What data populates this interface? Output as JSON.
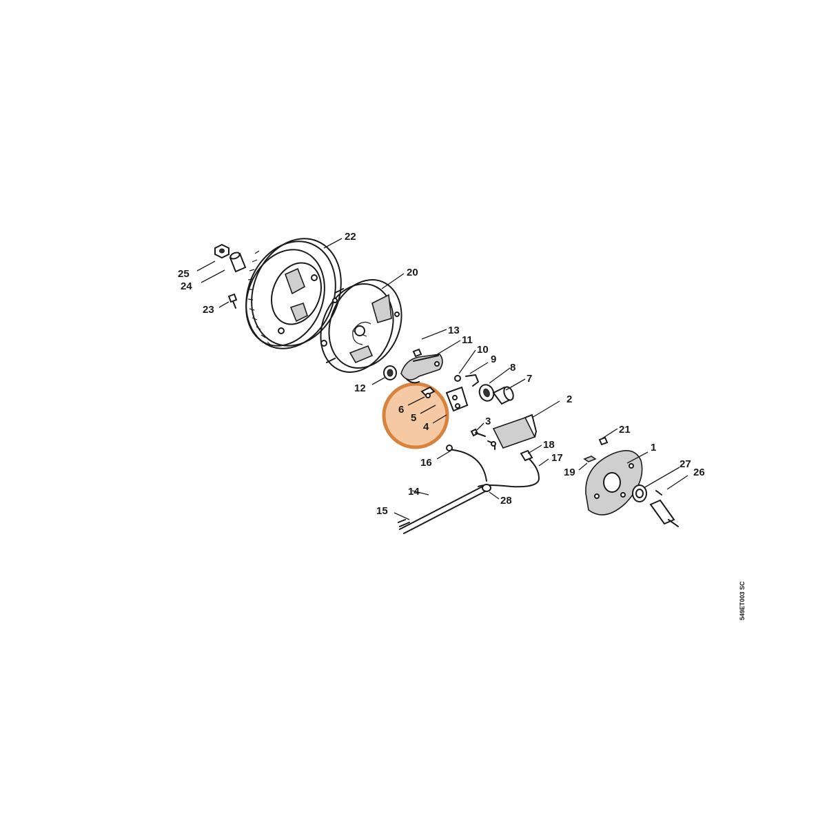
{
  "drawing_code": "549ET003 SC",
  "highlight": {
    "color": "#d9823b",
    "fill": "#f5c9a4",
    "parts": [
      "4",
      "5",
      "6"
    ]
  },
  "parts": [
    {
      "id": "p1",
      "label": "1"
    },
    {
      "id": "p2",
      "label": "2"
    },
    {
      "id": "p3",
      "label": "3"
    },
    {
      "id": "p4",
      "label": "4"
    },
    {
      "id": "p5",
      "label": "5"
    },
    {
      "id": "p6",
      "label": "6"
    },
    {
      "id": "p7",
      "label": "7"
    },
    {
      "id": "p8",
      "label": "8"
    },
    {
      "id": "p9",
      "label": "9"
    },
    {
      "id": "p10",
      "label": "10"
    },
    {
      "id": "p11",
      "label": "11"
    },
    {
      "id": "p12",
      "label": "12"
    },
    {
      "id": "p13",
      "label": "13"
    },
    {
      "id": "p14",
      "label": "14"
    },
    {
      "id": "p15",
      "label": "15"
    },
    {
      "id": "p16",
      "label": "16"
    },
    {
      "id": "p17",
      "label": "17"
    },
    {
      "id": "p18",
      "label": "18"
    },
    {
      "id": "p19",
      "label": "19"
    },
    {
      "id": "p20",
      "label": "20"
    },
    {
      "id": "p21",
      "label": "21"
    },
    {
      "id": "p22",
      "label": "22"
    },
    {
      "id": "p23",
      "label": "23"
    },
    {
      "id": "p24",
      "label": "24"
    },
    {
      "id": "p25",
      "label": "25"
    },
    {
      "id": "p26",
      "label": "26"
    },
    {
      "id": "p27",
      "label": "27"
    },
    {
      "id": "p28",
      "label": "28"
    }
  ]
}
